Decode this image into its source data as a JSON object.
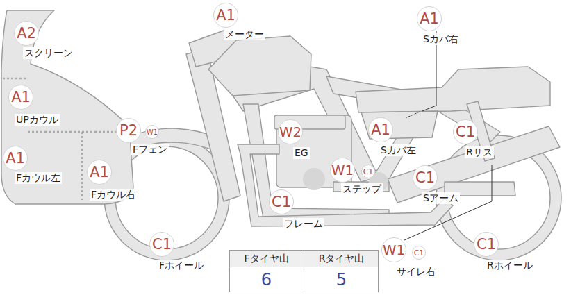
{
  "diagram": {
    "nodes": [
      {
        "text": [
          "A2",
          "スクリーン"
        ]
      },
      {
        "text": [
          "A1",
          "メーター"
        ]
      },
      {
        "text": [
          "A1",
          "Sカバ右"
        ]
      },
      {
        "text": [
          "A1",
          "UPカウル"
        ]
      },
      {
        "text": [
          "P2",
          "Fフェン"
        ]
      },
      {
        "text": [
          "W1"
        ]
      },
      {
        "text": [
          "W2",
          "EG"
        ]
      },
      {
        "text": [
          "A1",
          "Sカバ左"
        ]
      },
      {
        "text": [
          "C1",
          "Rサス"
        ]
      },
      {
        "text": [
          "A1",
          "Fカウル左"
        ]
      },
      {
        "text": [
          "A1",
          "Fカウル右"
        ]
      },
      {
        "text": [
          "W1",
          "ステップ"
        ]
      },
      {
        "text": [
          "C1"
        ]
      },
      {
        "text": [
          "C1",
          "Sアーム"
        ]
      },
      {
        "text": [
          "C1",
          "フレーム"
        ]
      },
      {
        "text": [
          "C1",
          "Fホイール"
        ]
      },
      {
        "text": [
          "W1",
          "サイレ右"
        ]
      },
      {
        "text": [
          "C1"
        ]
      },
      {
        "text": [
          "C1",
          "Rホイール"
        ]
      }
    ],
    "labels": [
      "Fタイヤ山",
      "Rタイヤ山",
      "6",
      "5"
    ]
  }
}
